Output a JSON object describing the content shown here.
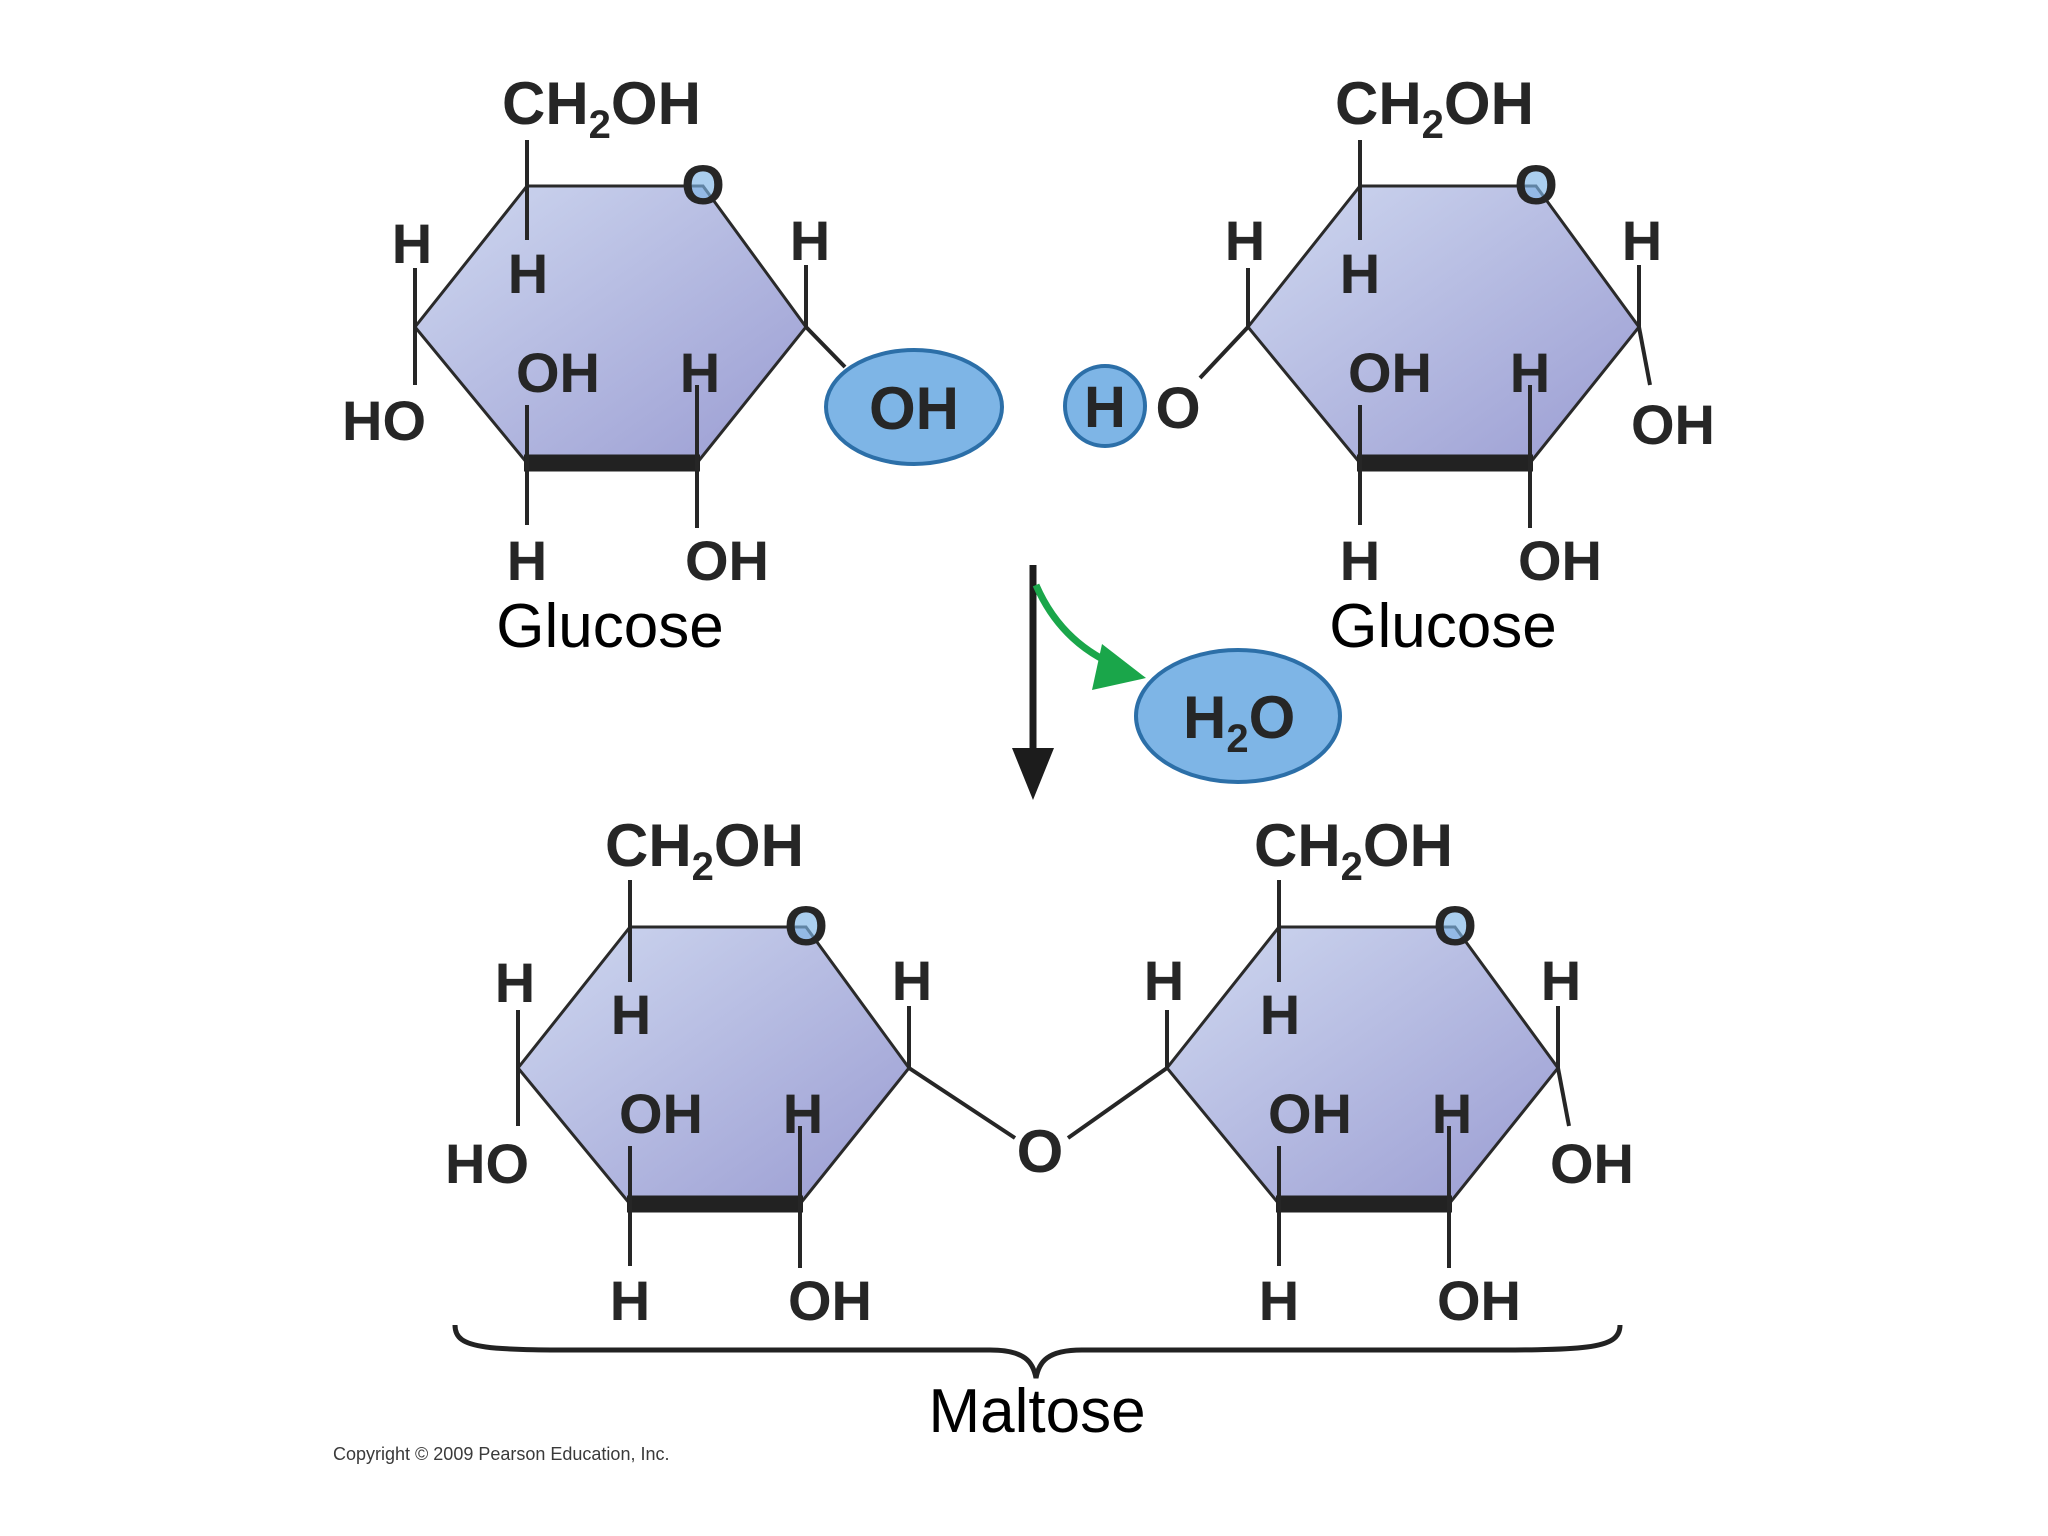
{
  "atoms": {
    "ch2oh_main": "CH",
    "ch2oh_sub": "2",
    "ch2oh_tail": "OH",
    "O": "O",
    "H": "H",
    "OH": "OH",
    "HO": "HO",
    "h2o_main": "H",
    "h2o_sub": "2",
    "h2o_tail": "O"
  },
  "labels": {
    "glucose_left": "Glucose",
    "glucose_right": "Glucose",
    "maltose": "Maltose"
  },
  "copyright": "Copyright © 2009 Pearson Education, Inc.",
  "colors": {
    "ring_light": "#c9d3ee",
    "ring_dark": "#9c9fd4",
    "highlight_fill": "#7eb5e6",
    "highlight_stroke": "#2c6fa8",
    "reaction_arrow": "#1aa64a",
    "main_arrow": "#1c1c1c"
  }
}
